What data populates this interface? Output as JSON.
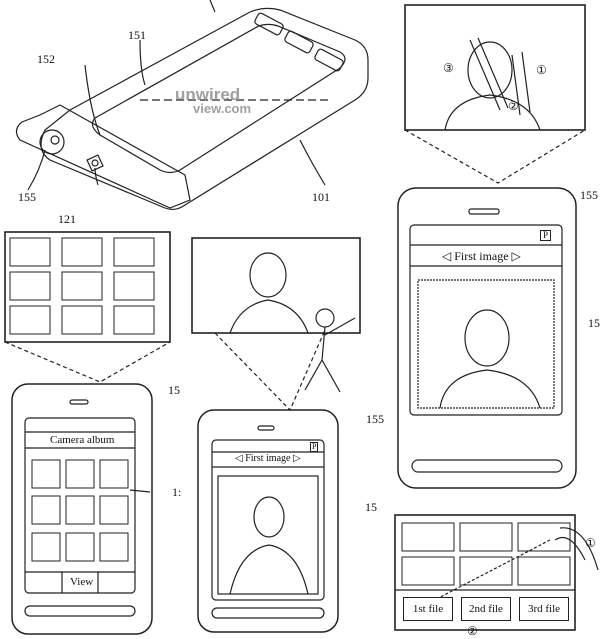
{
  "labels": {
    "display": "151",
    "sensor": "152",
    "projector": "155",
    "camera": "121",
    "body": "101",
    "ref_topleft_phone": "15",
    "ref_topleft_screen": "1:",
    "ref_middle_phone": "155",
    "ref_middle_screen": "15",
    "ref_right_phone": "155",
    "ref_right_screen": "15"
  },
  "watermark": {
    "line1": "unwired",
    "line2": "view.com"
  },
  "album_phone": {
    "title": "Camera album",
    "softkey_view": "View"
  },
  "image_phone_middle": {
    "title": "◁ First image ▷",
    "battery_badge": "P"
  },
  "image_phone_right": {
    "title": "◁ First image ▷",
    "battery_badge": "P"
  },
  "file_panel": {
    "files": [
      "1st file",
      "2nd file",
      "3rd file"
    ]
  },
  "gesture_markers": {
    "top_right": [
      "③",
      "②",
      "①"
    ],
    "bottom_right": [
      "①",
      "②"
    ]
  }
}
